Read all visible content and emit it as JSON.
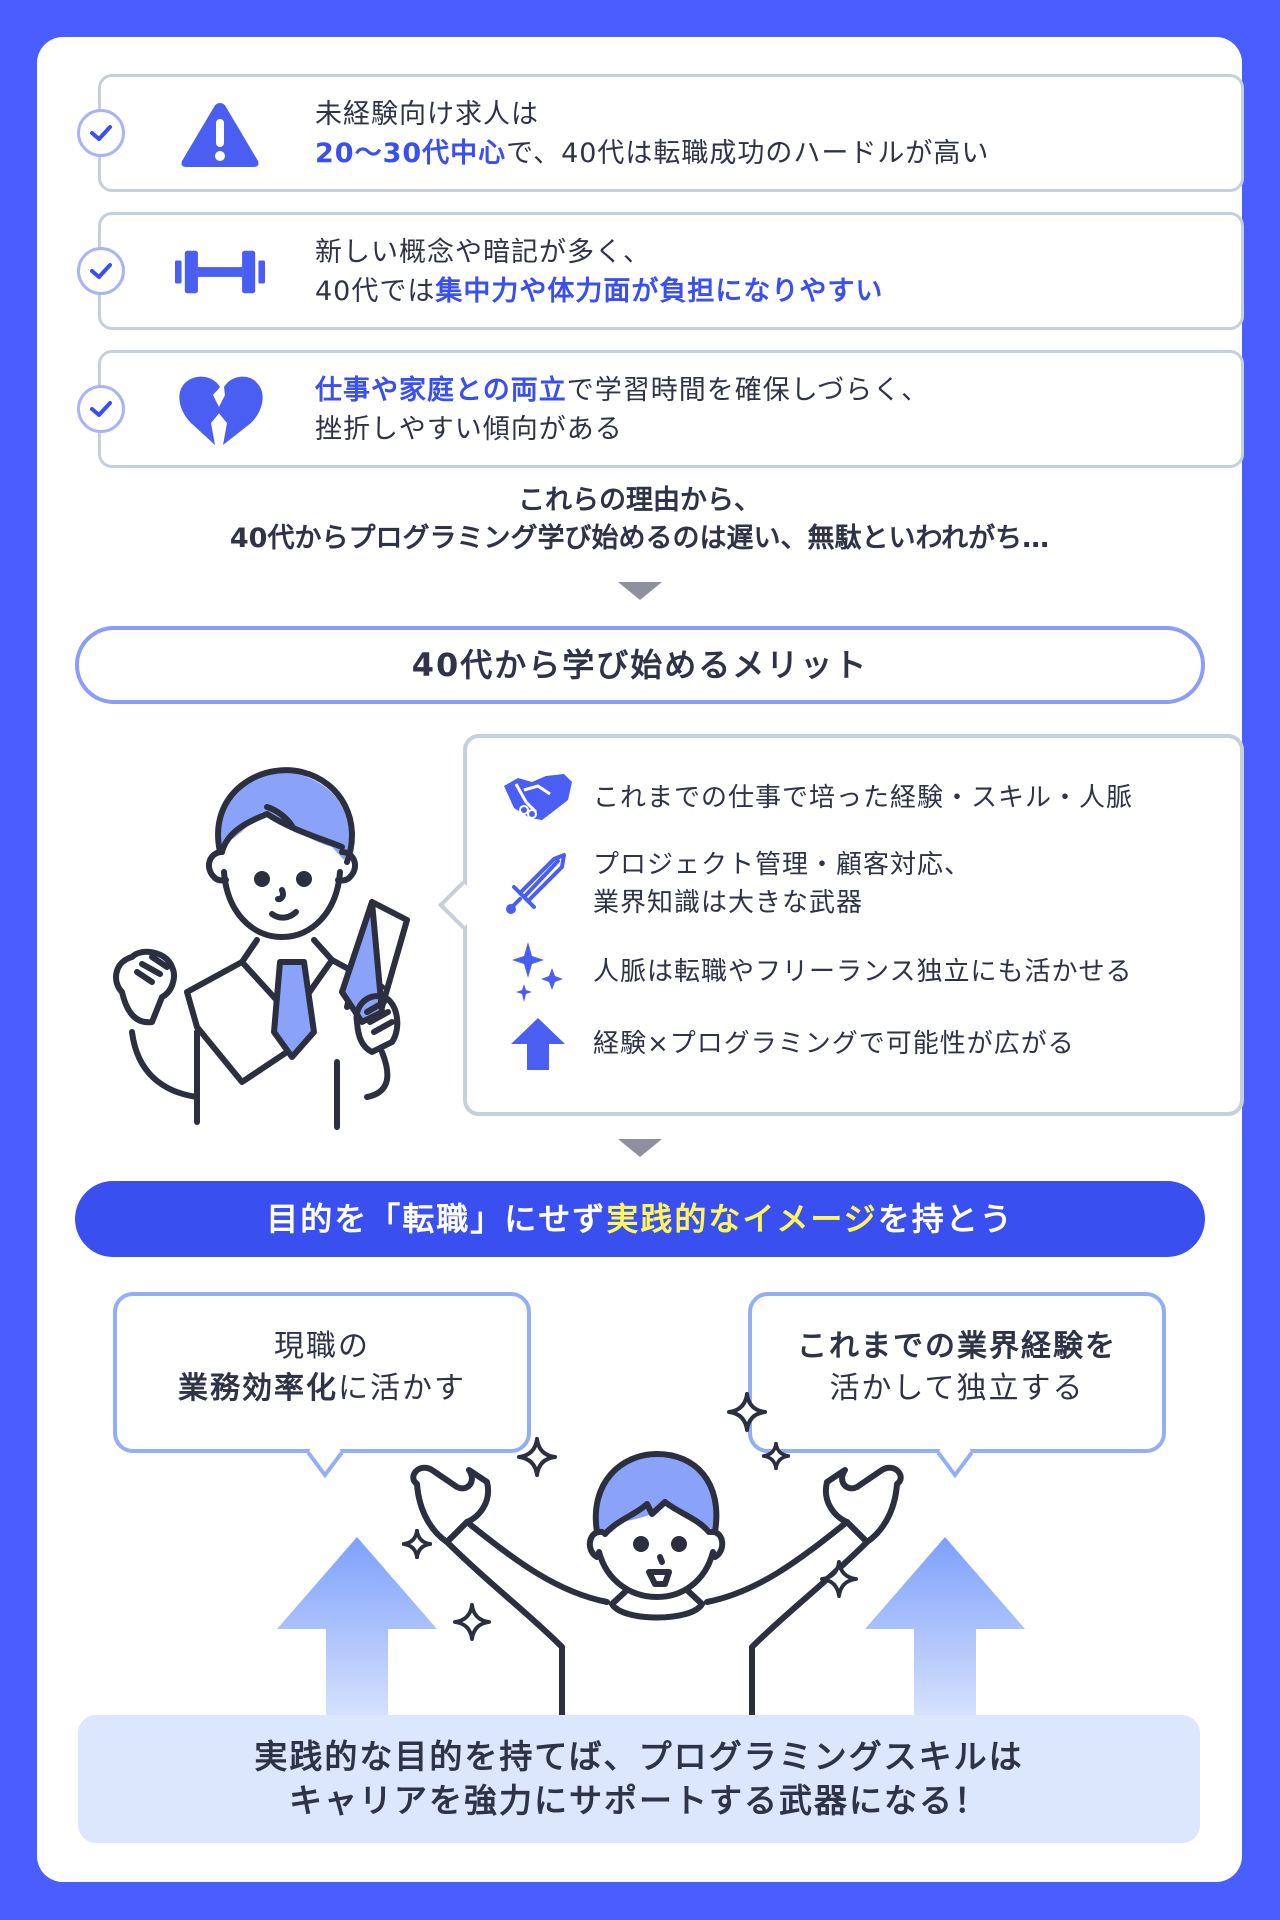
{
  "colors": {
    "page_background": "#4a5eff",
    "accent_blue": "#3a4ff0",
    "highlight_yellow": "#fff65a",
    "box_border": "#c6d0da",
    "bubble_border": "#93aef4",
    "conclusion_bg": "#dce6fd",
    "text": "#2f3347"
  },
  "reasons": [
    {
      "icon": "warning-icon",
      "line1": "未経験向け求人は",
      "line2_highlight": "20〜30代中心",
      "line2_rest": "で、40代は転職成功のハードルが高い"
    },
    {
      "icon": "dumbbell-icon",
      "line1": "新しい概念や暗記が多く、",
      "line2_prefix": "40代では",
      "line2_highlight": "集中力や体力面が負担になりやすい"
    },
    {
      "icon": "broken-heart-icon",
      "line1_highlight": "仕事や家庭との両立",
      "line1_rest": "で学習時間を確保しづらく、",
      "line2": "挫折しやすい傾向がある"
    }
  ],
  "lead": {
    "line1": "これらの理由から、",
    "line2": "40代からプログラミング学び始めるのは遅い、無駄といわれがち…"
  },
  "merit_section": {
    "title": "40代から学び始めるメリット",
    "items": [
      {
        "icon": "handshake-icon",
        "lines": [
          "これまでの仕事で培った経験・スキル・人脈"
        ]
      },
      {
        "icon": "sword-icon",
        "lines": [
          "プロジェクト管理・顧客対応、",
          "業界知識は大きな武器"
        ]
      },
      {
        "icon": "sparkle-icon",
        "lines": [
          "人脈は転職やフリーランス独立にも活かせる"
        ]
      },
      {
        "icon": "arrow-up-icon",
        "lines": [
          "経験×プログラミングで可能性が広がる"
        ]
      }
    ]
  },
  "goal_banner": {
    "prefix": "目的を「転職」にせず",
    "highlight": "実践的なイメージ",
    "suffix": "を持とう"
  },
  "bubbles": {
    "left": {
      "line1": "現職の",
      "line2_bold": "業務効率化",
      "line2_rest": "に活かす"
    },
    "right": {
      "line1_bold": "これまでの業界経験",
      "line1_rest": "を",
      "line2": "活かして独立する"
    }
  },
  "conclusion": {
    "line1": "実践的な目的を持てば、プログラミングスキルは",
    "line2": "キャリアを強力にサポートする武器になる！"
  }
}
